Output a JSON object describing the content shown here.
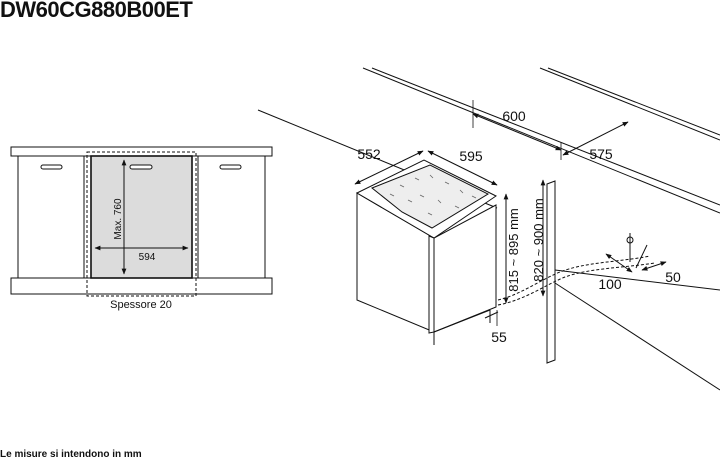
{
  "title": "DW60CG880B00ET",
  "footnote": "Le misure si intendono in mm",
  "front_view": {
    "height_label": "Max. 760",
    "width_label": "594",
    "thickness_label": "Spessore 20",
    "panel_fill": "#dcdcdc"
  },
  "iso_view": {
    "cabinet_width_label": "600",
    "cabinet_depth_label": "575",
    "appliance_depth_label": "552",
    "appliance_width_label": "595",
    "height_range_label": "815 ~ 895 mm",
    "niche_height_label": "820 ~ 900 mm",
    "plinth_label": "55",
    "outlet_depth_label": "100",
    "outlet_offset_label": "50"
  }
}
